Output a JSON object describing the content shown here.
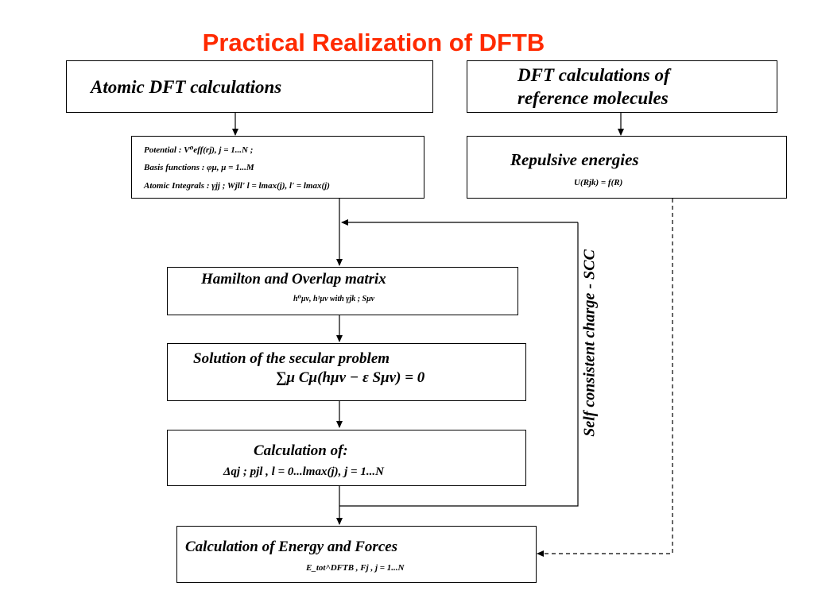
{
  "title": "Practical Realization of DFTB",
  "colors": {
    "title": "#ff2a00",
    "line": "#000000"
  },
  "box_atomic": {
    "label": "Atomic DFT calculations"
  },
  "box_reference": {
    "line1": "DFT calculations of",
    "line2": "reference molecules"
  },
  "box_params": {
    "potential": "Potential : V⁰eff(rj), j = 1...N ;",
    "basis": "Basis functions : φμ, μ = 1...M",
    "integrals": "Atomic Integrals : γjj ; Wjll' l = lmax(j), l' = lmax(j)"
  },
  "box_repulsive": {
    "label": "Repulsive energies",
    "formula": "U(Rjk) = f(R)"
  },
  "box_hamilton": {
    "label": "Hamilton and Overlap matrix",
    "formula": "h⁰μν, h¹μν  with  γjk ;   Sμν"
  },
  "box_secular": {
    "label": "Solution of the secular problem",
    "formula": "∑μ Cμ(hμν − ε Sμν) = 0"
  },
  "box_calc": {
    "label": "Calculation of:",
    "formula": "Δqj ; pjl , l = 0...lmax(j), j = 1...N"
  },
  "box_energy": {
    "label": "Calculation of Energy and Forces",
    "formula": "E_tot^DFTB ,   Fj , j = 1...N"
  },
  "scc_label": "Self consistent charge - SCC"
}
